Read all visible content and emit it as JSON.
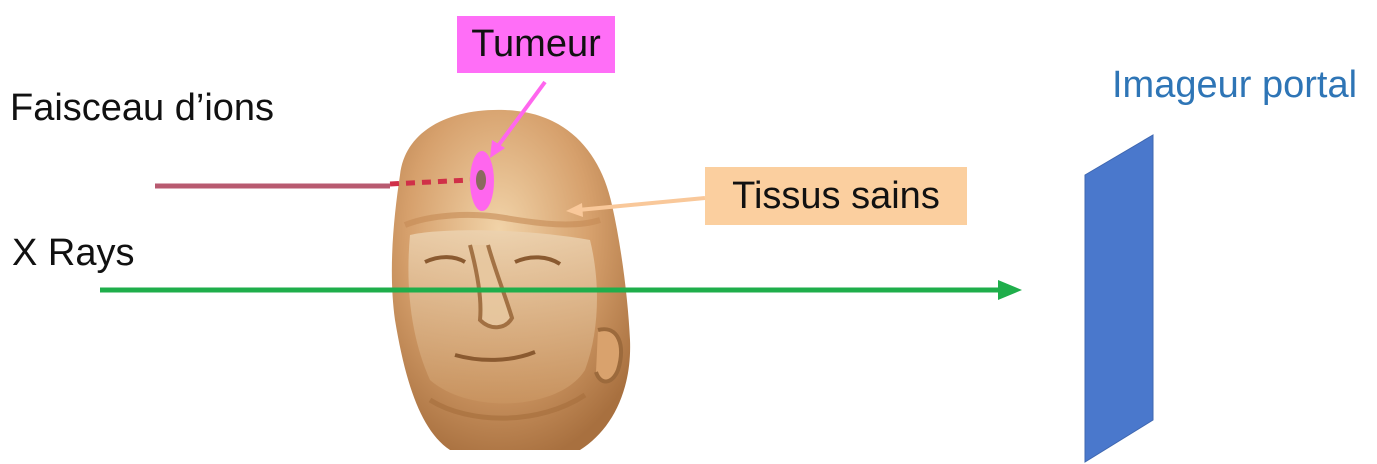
{
  "labels": {
    "ion_beam": "Faisceau d’ions",
    "tumor": "Tumeur",
    "healthy_tissue": "Tissus sains",
    "x_rays": "X Rays",
    "portal_imager": "Imageur portal"
  },
  "colors": {
    "tumor_box": "#ff6ef7",
    "tumor_marker": "#ff66ee",
    "healthy_box": "#fbcf9f",
    "ion_beam": "#b85a70",
    "x_ray_arrow": "#1fae4b",
    "portal_imager": "#4a78cc",
    "portal_imager_label": "#2e75b6",
    "head": "#d6a06c"
  },
  "icons": {
    "head": "human-head-illustration"
  }
}
